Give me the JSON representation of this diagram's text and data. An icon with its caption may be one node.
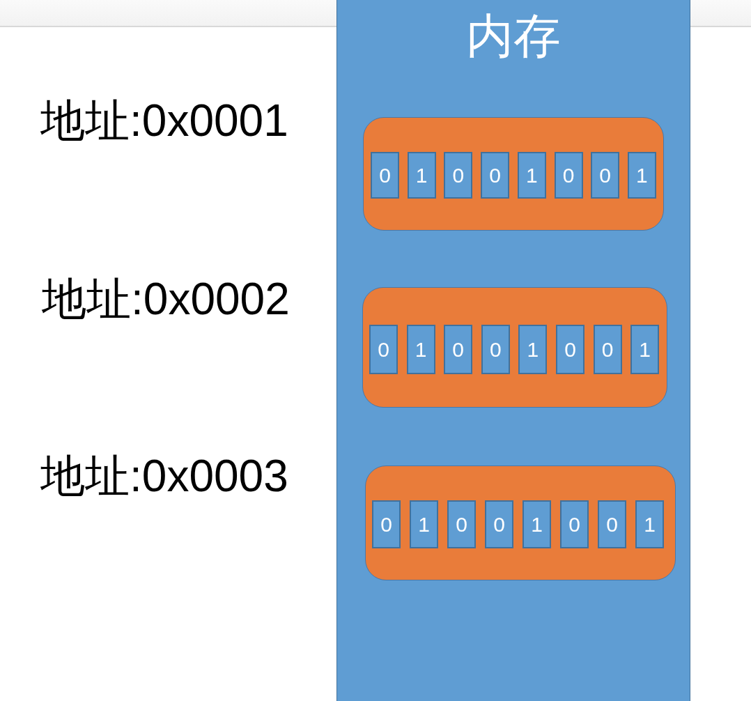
{
  "diagram": {
    "nodes": [
      {
        "text": [
          "内存"
        ]
      },
      {
        "text": [],
        "shape": "box",
        "in": 0
      },
      {
        "text": [
          "0"
        ],
        "in": 1
      },
      {
        "text": [
          "1"
        ],
        "in": 1
      },
      {
        "text": [
          "0"
        ],
        "in": 1
      },
      {
        "text": [
          "0"
        ],
        "in": 1
      },
      {
        "text": [
          "1"
        ],
        "in": 1
      },
      {
        "text": [
          "0"
        ],
        "in": 1
      },
      {
        "text": [
          "0"
        ],
        "in": 1
      },
      {
        "text": [
          "1"
        ],
        "in": 1
      },
      {
        "text": [],
        "shape": "box",
        "in": 0
      },
      {
        "text": [
          "0"
        ],
        "in": 10
      },
      {
        "text": [
          "1"
        ],
        "in": 10
      },
      {
        "text": [
          "0"
        ],
        "in": 10
      },
      {
        "text": [
          "0"
        ],
        "in": 10
      },
      {
        "text": [
          "1"
        ],
        "in": 10
      },
      {
        "text": [
          "0"
        ],
        "in": 10
      },
      {
        "text": [
          "0"
        ],
        "in": 10
      },
      {
        "text": [
          "1"
        ],
        "in": 10
      },
      {
        "text": [],
        "shape": "box",
        "in": 0
      },
      {
        "text": [
          "0"
        ],
        "in": 19
      },
      {
        "text": [
          "1"
        ],
        "in": 19
      },
      {
        "text": [
          "0"
        ],
        "in": 19
      },
      {
        "text": [
          "0"
        ],
        "in": 19
      },
      {
        "text": [
          "1"
        ],
        "in": 19
      },
      {
        "text": [
          "0"
        ],
        "in": 19
      },
      {
        "text": [
          "0"
        ],
        "in": 19
      },
      {
        "text": [
          "1"
        ],
        "in": 19
      }
    ],
    "edges": [],
    "labels": [
      "地址:0x0001",
      "地址:0x0002",
      "地址:0x0003"
    ]
  }
}
